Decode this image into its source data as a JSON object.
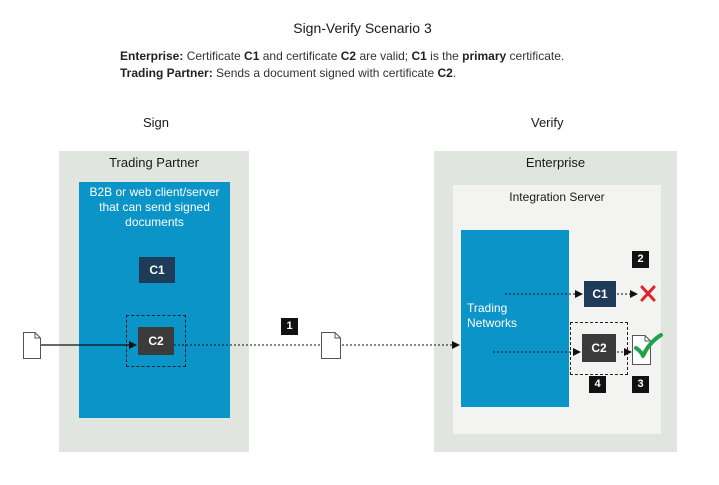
{
  "title": "Sign-Verify Scenario 3",
  "description": {
    "line1": {
      "label": "Enterprise:",
      "t1": " Certificate ",
      "c1": "C1",
      "t2": " and certificate ",
      "c2": "C2",
      "t3": " are valid; ",
      "c3": "C1",
      "t4": " is the ",
      "primary": "primary",
      "t5": " certificate."
    },
    "line2": {
      "label": "Trading Partner:",
      "t1": " Sends a document signed with certificate ",
      "c2": "C2",
      "t2": "."
    }
  },
  "columns": {
    "sign": "Sign",
    "verify": "Verify"
  },
  "trading_partner": {
    "label": "Trading Partner",
    "client_text": "B2B or web client/server that can send signed documents",
    "cert_c1": "C1",
    "cert_c2": "C2"
  },
  "enterprise": {
    "label": "Enterprise",
    "server_label": "Integration Server",
    "networks_label": "Trading Networks",
    "cert_c1": "C1",
    "cert_c2": "C2"
  },
  "steps": {
    "s1": "1",
    "s2": "2",
    "s3": "3",
    "s4": "4"
  },
  "colors": {
    "panel": "#e1e5df",
    "inner": "#f3f4f1",
    "blue": "#0a94c8",
    "c1": "#1f3b5a",
    "c2": "#3b3b3b",
    "reject": "#e8202a",
    "accept": "#1ea34a"
  },
  "icons": {
    "reject": "x-mark-icon",
    "accept": "check-mark-icon",
    "document": "document-icon"
  }
}
